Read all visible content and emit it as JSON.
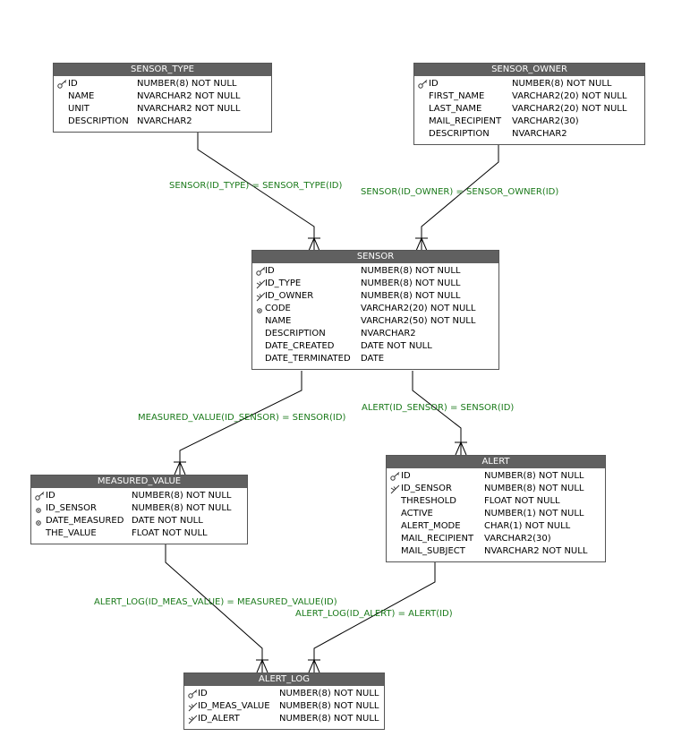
{
  "tables": {
    "sensor_type": {
      "name": "SENSOR_TYPE",
      "columns": [
        {
          "key": "pk",
          "name": "ID",
          "type": "NUMBER(8)  NOT NULL"
        },
        {
          "key": "",
          "name": "NAME",
          "type": "NVARCHAR2  NOT NULL"
        },
        {
          "key": "",
          "name": "UNIT",
          "type": "NVARCHAR2  NOT NULL"
        },
        {
          "key": "",
          "name": "DESCRIPTION",
          "type": "NVARCHAR2"
        }
      ]
    },
    "sensor_owner": {
      "name": "SENSOR_OWNER",
      "columns": [
        {
          "key": "pk",
          "name": "ID",
          "type": "NUMBER(8)  NOT NULL"
        },
        {
          "key": "",
          "name": "FIRST_NAME",
          "type": "VARCHAR2(20)  NOT NULL"
        },
        {
          "key": "",
          "name": "LAST_NAME",
          "type": "VARCHAR2(20)  NOT NULL"
        },
        {
          "key": "",
          "name": "MAIL_RECIPIENT",
          "type": "VARCHAR2(30)"
        },
        {
          "key": "",
          "name": "DESCRIPTION",
          "type": "NVARCHAR2"
        }
      ]
    },
    "sensor": {
      "name": "SENSOR",
      "columns": [
        {
          "key": "pk",
          "name": "ID",
          "type": "NUMBER(8)  NOT NULL"
        },
        {
          "key": "fk",
          "name": "ID_TYPE",
          "type": "NUMBER(8)  NOT NULL"
        },
        {
          "key": "fk",
          "name": "ID_OWNER",
          "type": "NUMBER(8)  NOT NULL"
        },
        {
          "key": "uk",
          "name": "CODE",
          "type": "VARCHAR2(20)  NOT NULL"
        },
        {
          "key": "",
          "name": "NAME",
          "type": "VARCHAR2(50)  NOT NULL"
        },
        {
          "key": "",
          "name": "DESCRIPTION",
          "type": "NVARCHAR2"
        },
        {
          "key": "",
          "name": "DATE_CREATED",
          "type": "DATE  NOT NULL"
        },
        {
          "key": "",
          "name": "DATE_TERMINATED",
          "type": "DATE"
        }
      ]
    },
    "measured_value": {
      "name": "MEASURED_VALUE",
      "columns": [
        {
          "key": "pk",
          "name": "ID",
          "type": "NUMBER(8)  NOT NULL"
        },
        {
          "key": "uk",
          "name": "ID_SENSOR",
          "type": "NUMBER(8)  NOT NULL"
        },
        {
          "key": "uk",
          "name": "DATE_MEASURED",
          "type": "DATE  NOT NULL"
        },
        {
          "key": "",
          "name": "THE_VALUE",
          "type": "FLOAT  NOT NULL"
        }
      ]
    },
    "alert": {
      "name": "ALERT",
      "columns": [
        {
          "key": "pk",
          "name": "ID",
          "type": "NUMBER(8)  NOT NULL"
        },
        {
          "key": "fk",
          "name": "ID_SENSOR",
          "type": "NUMBER(8)  NOT NULL"
        },
        {
          "key": "",
          "name": "THRESHOLD",
          "type": "FLOAT  NOT NULL"
        },
        {
          "key": "",
          "name": "ACTIVE",
          "type": "NUMBER(1)  NOT NULL"
        },
        {
          "key": "",
          "name": "ALERT_MODE",
          "type": "CHAR(1)  NOT NULL"
        },
        {
          "key": "",
          "name": "MAIL_RECIPIENT",
          "type": "VARCHAR2(30)"
        },
        {
          "key": "",
          "name": "MAIL_SUBJECT",
          "type": "NVARCHAR2  NOT NULL"
        }
      ]
    },
    "alert_log": {
      "name": "ALERT_LOG",
      "columns": [
        {
          "key": "pk",
          "name": "ID",
          "type": "NUMBER(8)  NOT NULL"
        },
        {
          "key": "fk",
          "name": "ID_MEAS_VALUE",
          "type": "NUMBER(8)  NOT NULL"
        },
        {
          "key": "fk",
          "name": "ID_ALERT",
          "type": "NUMBER(8)  NOT NULL"
        }
      ]
    }
  },
  "relationships": {
    "sensor_type": "SENSOR(ID_TYPE) = SENSOR_TYPE(ID)",
    "sensor_owner": "SENSOR(ID_OWNER) = SENSOR_OWNER(ID)",
    "measured_value": "MEASURED_VALUE(ID_SENSOR) = SENSOR(ID)",
    "alert": "ALERT(ID_SENSOR) = SENSOR(ID)",
    "alert_log_meas": "ALERT_LOG(ID_MEAS_VALUE) = MEASURED_VALUE(ID)",
    "alert_log_alert": "ALERT_LOG(ID_ALERT) = ALERT(ID)"
  },
  "colors": {
    "header": "#606060",
    "border": "#555555",
    "relationship_text": "#1a7a1a",
    "line": "#000000"
  }
}
